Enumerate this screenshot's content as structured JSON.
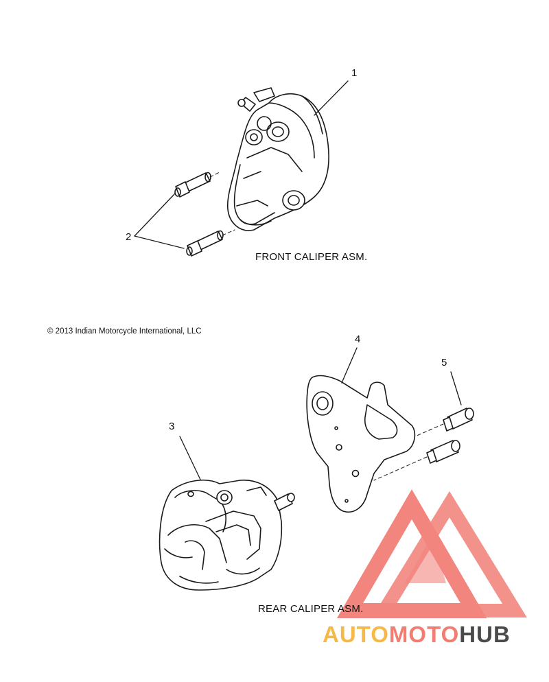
{
  "callouts": [
    "1",
    "2",
    "3",
    "4",
    "5"
  ],
  "titles": {
    "front": "FRONT CALIPER ASM.",
    "rear": "REAR CALIPER ASM."
  },
  "copyright": "© 2013 Indian Motorcycle International, LLC",
  "watermark": {
    "part1": "AUTO",
    "part2": "MOTO",
    "part3": "HUB",
    "colors": {
      "auto": "#f6b948",
      "moto": "#f27d72",
      "hub": "#4a4a4a",
      "logo": "#f07068"
    }
  },
  "colors": {
    "line": "#1a1a1a",
    "background": "#ffffff"
  }
}
